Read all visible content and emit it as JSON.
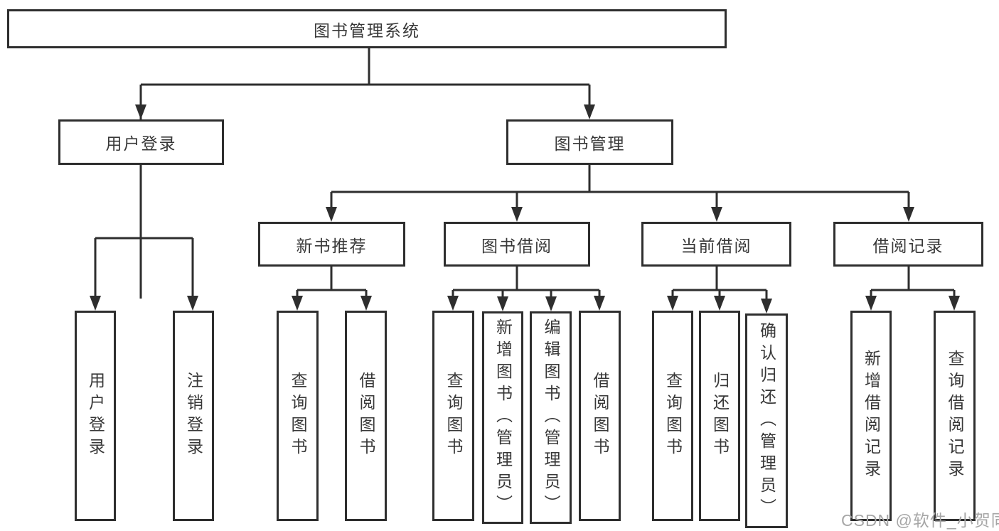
{
  "diagram_type": "hierarchy-tree",
  "tree": {
    "label": "图书管理系统",
    "children": [
      {
        "label": "用户登录",
        "children": [
          {
            "label": "用户登录"
          },
          {
            "label": "注销登录"
          }
        ]
      },
      {
        "label": "图书管理",
        "children": [
          {
            "label": "新书推荐",
            "children": [
              {
                "label": "查询图书"
              },
              {
                "label": "借阅图书"
              }
            ]
          },
          {
            "label": "图书借阅",
            "children": [
              {
                "label": "查询图书"
              },
              {
                "label": "新增图书（管理员）"
              },
              {
                "label": "编辑图书（管理员）"
              },
              {
                "label": "借阅图书"
              }
            ]
          },
          {
            "label": "当前借阅",
            "children": [
              {
                "label": "查询图书"
              },
              {
                "label": "归还图书"
              },
              {
                "label": "确认归还（管理员）"
              }
            ]
          },
          {
            "label": "借阅记录",
            "children": [
              {
                "label": "新增借阅记录"
              },
              {
                "label": "查询借阅记录"
              }
            ]
          }
        ]
      }
    ]
  },
  "watermark": {
    "text": "CSDN @软件_小贺同学"
  },
  "colors": {
    "line": "#2e2e2e",
    "text": "#383838",
    "background": "#ffffff",
    "watermark": "#a6a6a6"
  }
}
